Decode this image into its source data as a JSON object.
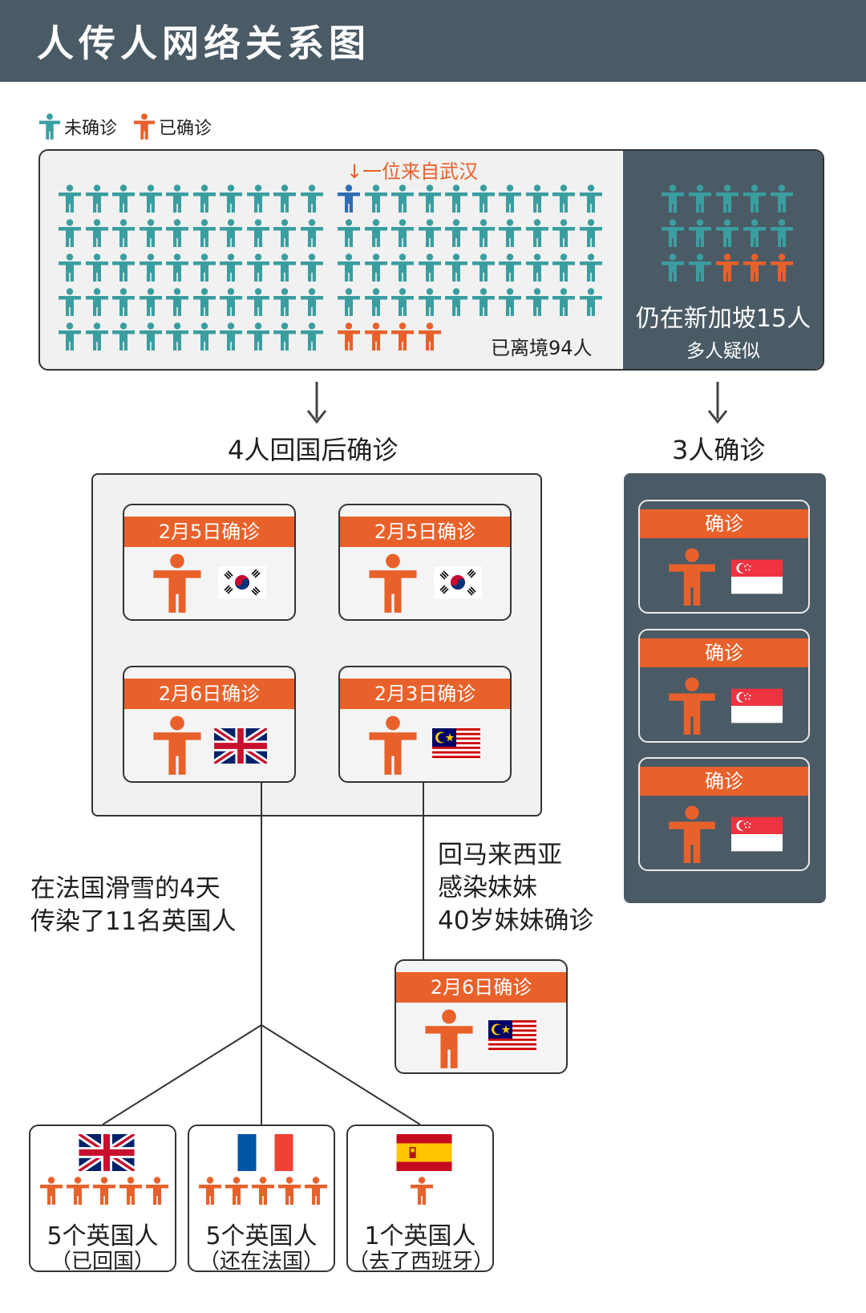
{
  "header": {
    "title": "人传人网络关系图"
  },
  "legend": {
    "unconfirmed": "未确诊",
    "confirmed": "已确诊"
  },
  "colors": {
    "unconfirmed": "#3a9ea0",
    "confirmed": "#e8612a",
    "wuhan": "#2f6db5",
    "dark_panel": "#4a5b66"
  },
  "attendees": {
    "wuhan_note": "↓一位来自武汉",
    "departed_label": "已离境94人",
    "departed_count": 94,
    "departed_confirmed_count": 4,
    "remaining_label": "仍在新加坡15人",
    "remaining_count": 15,
    "remaining_confirmed_count": 3,
    "suspect_label": "多人疑似"
  },
  "return_section": {
    "label": "4人回国后确诊",
    "cases": [
      {
        "date_label": "2月5日确诊",
        "flag": "south-korea-flag"
      },
      {
        "date_label": "2月5日确诊",
        "flag": "south-korea-flag"
      },
      {
        "date_label": "2月6日确诊",
        "flag": "uk-flag"
      },
      {
        "date_label": "2月3日确诊",
        "flag": "malaysia-flag"
      }
    ]
  },
  "singapore_section": {
    "label": "3人确诊",
    "cases": [
      {
        "label": "确诊",
        "flag": "singapore-flag"
      },
      {
        "label": "确诊",
        "flag": "singapore-flag"
      },
      {
        "label": "确诊",
        "flag": "singapore-flag"
      }
    ]
  },
  "france_story": {
    "line1": "在法国滑雪的4天",
    "line2": "传染了11名英国人"
  },
  "malaysia_story": {
    "line1": "回马来西亚",
    "line2": "感染妹妹",
    "line3": "40岁妹妹确诊"
  },
  "sister_case": {
    "date_label": "2月6日确诊",
    "flag": "malaysia-flag"
  },
  "uk_groups": [
    {
      "count": 5,
      "main": "5个英国人",
      "sub": "（已回国）",
      "flag": "uk-flag"
    },
    {
      "count": 5,
      "main": "5个英国人",
      "sub": "（还在法国）",
      "flag": "france-flag"
    },
    {
      "count": 1,
      "main": "1个英国人",
      "sub": "（去了西班牙）",
      "flag": "spain-flag"
    }
  ]
}
